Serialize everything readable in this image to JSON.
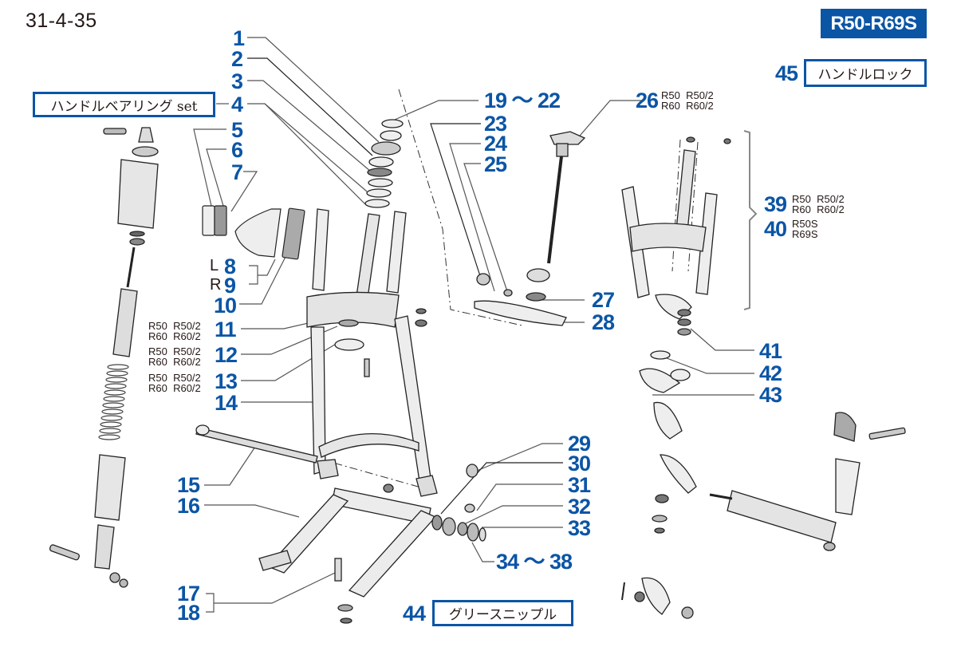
{
  "page": {
    "code": "31-4-35",
    "model_range": "R50-R69S",
    "accent_color": "#0b55a5"
  },
  "boxes": {
    "bearing_set": "ハンドルベアリング set",
    "handle_lock": "ハンドルロック",
    "grease_nipple": "グリースニップル"
  },
  "callouts": [
    {
      "id": "1",
      "label": "1"
    },
    {
      "id": "2",
      "label": "2"
    },
    {
      "id": "3",
      "label": "3"
    },
    {
      "id": "4",
      "label": "4"
    },
    {
      "id": "5",
      "label": "5"
    },
    {
      "id": "6",
      "label": "6"
    },
    {
      "id": "7",
      "label": "7"
    },
    {
      "id": "8",
      "label": "8",
      "side": "L"
    },
    {
      "id": "9",
      "label": "9",
      "side": "R"
    },
    {
      "id": "10",
      "label": "10"
    },
    {
      "id": "11",
      "label": "11",
      "variants": "R50  R50/2\nR60  R60/2"
    },
    {
      "id": "12",
      "label": "12",
      "variants": "R50  R50/2\nR60  R60/2"
    },
    {
      "id": "13",
      "label": "13",
      "variants": "R50  R50/2\nR60  R60/2"
    },
    {
      "id": "14",
      "label": "14"
    },
    {
      "id": "15",
      "label": "15"
    },
    {
      "id": "16",
      "label": "16"
    },
    {
      "id": "17",
      "label": "17"
    },
    {
      "id": "18",
      "label": "18"
    },
    {
      "id": "19-22",
      "label": "19 ～ 22"
    },
    {
      "id": "23",
      "label": "23"
    },
    {
      "id": "24",
      "label": "24"
    },
    {
      "id": "25",
      "label": "25"
    },
    {
      "id": "26",
      "label": "26",
      "variants": "R50  R50/2\nR60  R60/2"
    },
    {
      "id": "27",
      "label": "27"
    },
    {
      "id": "28",
      "label": "28"
    },
    {
      "id": "29",
      "label": "29"
    },
    {
      "id": "30",
      "label": "30"
    },
    {
      "id": "31",
      "label": "31"
    },
    {
      "id": "32",
      "label": "32"
    },
    {
      "id": "33",
      "label": "33"
    },
    {
      "id": "34-38",
      "label": "34 ～ 38"
    },
    {
      "id": "39",
      "label": "39",
      "variants": "R50  R50/2\nR60  R60/2"
    },
    {
      "id": "40",
      "label": "40",
      "variants": "R50S\nR69S"
    },
    {
      "id": "41",
      "label": "41"
    },
    {
      "id": "42",
      "label": "42"
    },
    {
      "id": "43",
      "label": "43"
    },
    {
      "id": "44",
      "label": "44"
    },
    {
      "id": "45",
      "label": "45"
    }
  ]
}
